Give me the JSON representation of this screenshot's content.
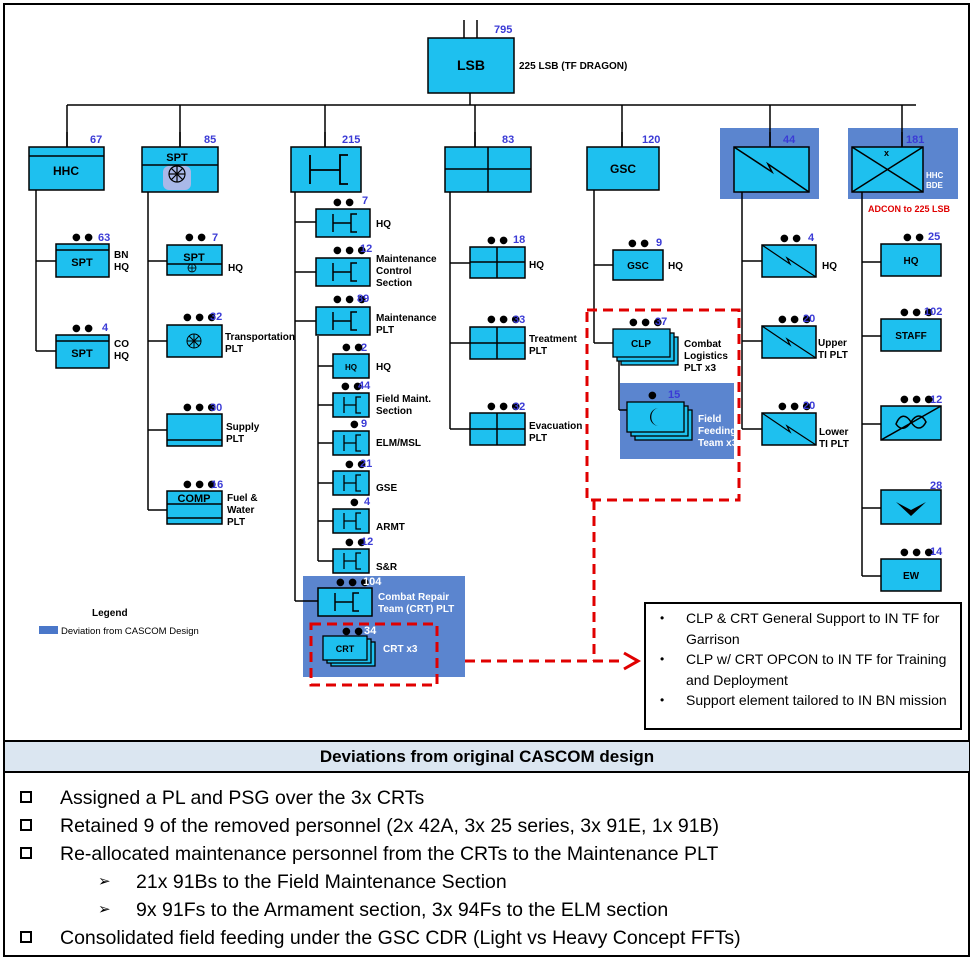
{
  "top": {
    "symbol": "LSB",
    "strength": "795",
    "name": "225 LSB (TF DRAGON)"
  },
  "columns": {
    "hhc": {
      "symbol": "HHC",
      "strength": "67",
      "children": [
        {
          "symbol": "SPT",
          "strength": "63",
          "dots": "● ●",
          "label": [
            "BN",
            "HQ"
          ]
        },
        {
          "symbol": "SPT",
          "strength": "4",
          "dots": "● ●",
          "label": [
            "CO",
            "HQ"
          ]
        }
      ]
    },
    "spt": {
      "symbol": "SPT",
      "strength": "85",
      "children": [
        {
          "symbol": "SPT",
          "strength": "7",
          "dots": "● ●",
          "label": [
            "HQ"
          ]
        },
        {
          "symbol": "",
          "strength": "32",
          "dots": "● ● ●",
          "label": [
            "Transportation",
            "PLT"
          ]
        },
        {
          "symbol": "",
          "strength": "30",
          "dots": "● ● ●",
          "label": [
            "Supply",
            "PLT"
          ]
        },
        {
          "symbol": "COMP",
          "strength": "16",
          "dots": "● ● ●",
          "label": [
            "Fuel &",
            "Water",
            "PLT"
          ]
        }
      ]
    },
    "maint": {
      "strength": "215",
      "children": [
        {
          "strength": "7",
          "dots": "● ●",
          "label": [
            "HQ"
          ]
        },
        {
          "strength": "12",
          "dots": "● ● ●",
          "label": [
            "Maintenance",
            "Control",
            "Section"
          ]
        },
        {
          "strength": "89",
          "dots": "● ● ●",
          "label": [
            "Maintenance",
            "PLT"
          ]
        }
      ],
      "sub": [
        {
          "symbol": "HQ",
          "strength": "2",
          "dots": "● ●",
          "label": [
            "HQ"
          ]
        },
        {
          "strength": "44",
          "dots": "● ●",
          "label": [
            "Field Maint.",
            "Section"
          ]
        },
        {
          "strength": "9",
          "dots": "●",
          "label": [
            "ELM/MSL"
          ]
        },
        {
          "strength": "21",
          "dots": "● ●",
          "label": [
            "GSE"
          ]
        },
        {
          "strength": "4",
          "dots": "●",
          "label": [
            "ARMT"
          ]
        },
        {
          "strength": "12",
          "dots": "● ●",
          "label": [
            "S&R"
          ]
        }
      ],
      "crt_plt": {
        "strength": "104",
        "dots": "● ● ●",
        "label": [
          "Combat Repair",
          "Team (CRT) PLT"
        ]
      },
      "crt": {
        "symbol": "CRT",
        "strength": "34",
        "dots": "● ●",
        "label": "CRT x3"
      }
    },
    "medical": {
      "strength": "83",
      "children": [
        {
          "strength": "18",
          "dots": "● ●",
          "label": [
            "HQ"
          ]
        },
        {
          "strength": "33",
          "dots": "● ● ●",
          "label": [
            "Treatment",
            "PLT"
          ]
        },
        {
          "strength": "32",
          "dots": "● ● ●",
          "label": [
            "Evacuation",
            "PLT"
          ]
        }
      ]
    },
    "gsc": {
      "symbol": "GSC",
      "strength": "120",
      "children": [
        {
          "symbol": "GSC",
          "strength": "9",
          "dots": "● ●",
          "label": [
            "HQ"
          ]
        }
      ],
      "clp": {
        "symbol": "CLP",
        "strength": "37",
        "dots": "● ● ●",
        "label": [
          "Combat",
          "Logistics",
          "PLT x3"
        ]
      },
      "fft": {
        "strength": "15",
        "dots": "●",
        "label": [
          "Field",
          "Feeding",
          "Team x3"
        ]
      }
    },
    "signal": {
      "strength": "44",
      "children": [
        {
          "strength": "4",
          "dots": "● ●",
          "label": [
            "HQ"
          ]
        },
        {
          "strength": "20",
          "dots": "● ● ●",
          "label": [
            "Upper",
            "TI PLT"
          ]
        },
        {
          "strength": "20",
          "dots": "● ● ●",
          "label": [
            "Lower",
            "TI PLT"
          ]
        }
      ]
    },
    "hhc_bde": {
      "strength": "181",
      "label": [
        "HHC",
        "BDE"
      ],
      "adcon": "ADCON to 225 LSB",
      "children": [
        {
          "symbol": "HQ",
          "strength": "25",
          "dots": "● ●"
        },
        {
          "symbol": "STAFF",
          "strength": "102",
          "dots": "● ● ●"
        },
        {
          "symbol": "",
          "strength": "12",
          "dots": "● ● ●"
        },
        {
          "symbol": "",
          "strength": "28",
          "dots": ""
        },
        {
          "symbol": "EW",
          "strength": "14",
          "dots": "● ● ●"
        }
      ]
    }
  },
  "legend": {
    "title": "Legend",
    "item": "Deviation from CASCOM Design",
    "color": "#4a77c9"
  },
  "notes": [
    "CLP & CRT General Support to IN TF for Garrison",
    "CLP w/ CRT OPCON to IN TF for Training and Deployment",
    "Support element tailored to IN BN mission"
  ],
  "deviations": {
    "title": "Deviations from original CASCOM design",
    "items": [
      {
        "text": "Assigned a PL and PSG over the 3x CRTs"
      },
      {
        "text": "Retained 9 of the removed personnel (2x 42A, 3x 25 series, 3x 91E, 1x 91B)"
      },
      {
        "text": "Re-allocated maintenance personnel from the CRTs to the Maintenance PLT",
        "sub": [
          "21x 91Bs to the Field Maintenance Section",
          "9x 91Fs to the Armament section, 3x 94Fs to the ELM section"
        ]
      },
      {
        "text": "Consolidated field feeding under the GSC CDR (Light vs Heavy Concept FFTs)"
      }
    ]
  },
  "colors": {
    "unit_fill": "#1ec0ef",
    "deviation_fill": "#5b85cf",
    "dashed": "#e00000",
    "strength": "#3b3bd6"
  }
}
